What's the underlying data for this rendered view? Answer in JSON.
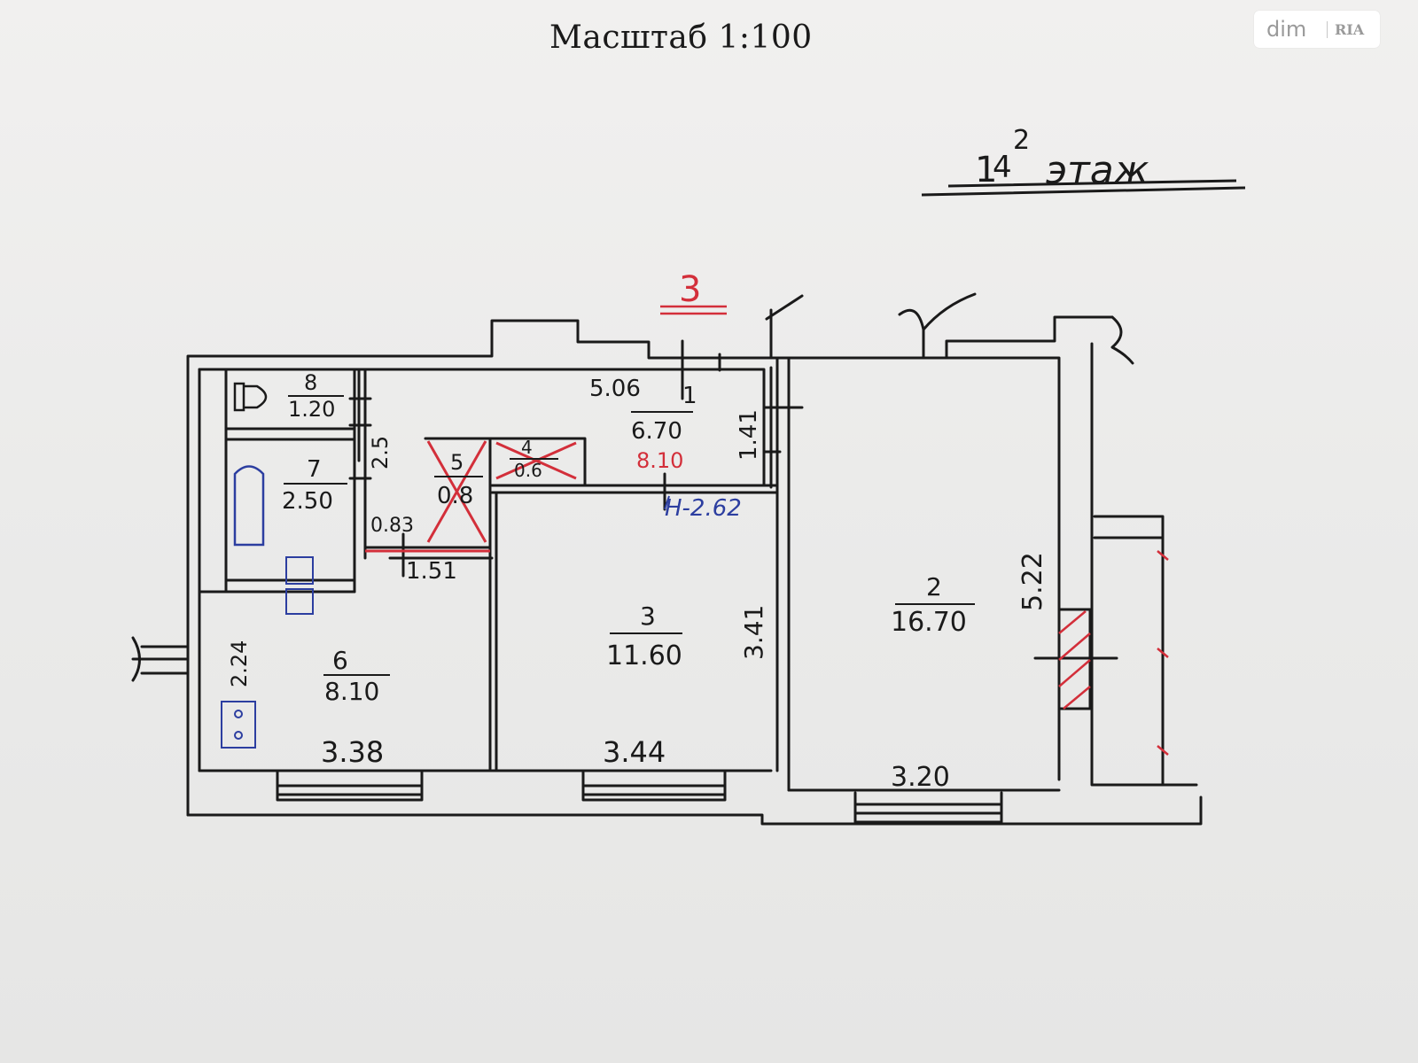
{
  "header": {
    "scale": "Масштаб 1:100",
    "floor": "1",
    "floor_number": "4",
    "floor_total": "2",
    "floor_word": "этаж",
    "apartment": "3"
  },
  "watermark": {
    "brand": "dim",
    "brand2": "RIA"
  },
  "rooms": [
    {
      "number": "1",
      "area": "6.70",
      "area_corrected": "8.10"
    },
    {
      "number": "2",
      "area": "16.70"
    },
    {
      "number": "3",
      "area": "11.60"
    },
    {
      "number": "4",
      "area": "0.6"
    },
    {
      "number": "5",
      "area": "0.8"
    },
    {
      "number": "6",
      "area": "8.10"
    },
    {
      "number": "7",
      "area": "2.50"
    },
    {
      "number": "8",
      "area": "1.20"
    }
  ],
  "dimensions": {
    "corridor_length": "5.06",
    "corridor_width": "1.41",
    "ceiling_height": "H-2.62",
    "room2_length": "5.22",
    "room2_width": "3.20",
    "room3_length": "3.41",
    "room3_width": "3.44",
    "kitchen_length": "2.24",
    "kitchen_width": "3.38",
    "bath_length": "2.5",
    "bath_width": "1.51",
    "closet_width": "0.83"
  },
  "colors": {
    "ink": "#1a1a1a",
    "red": "#d32f3a",
    "blue": "#2c3ea0",
    "paper": "#ecebea"
  }
}
